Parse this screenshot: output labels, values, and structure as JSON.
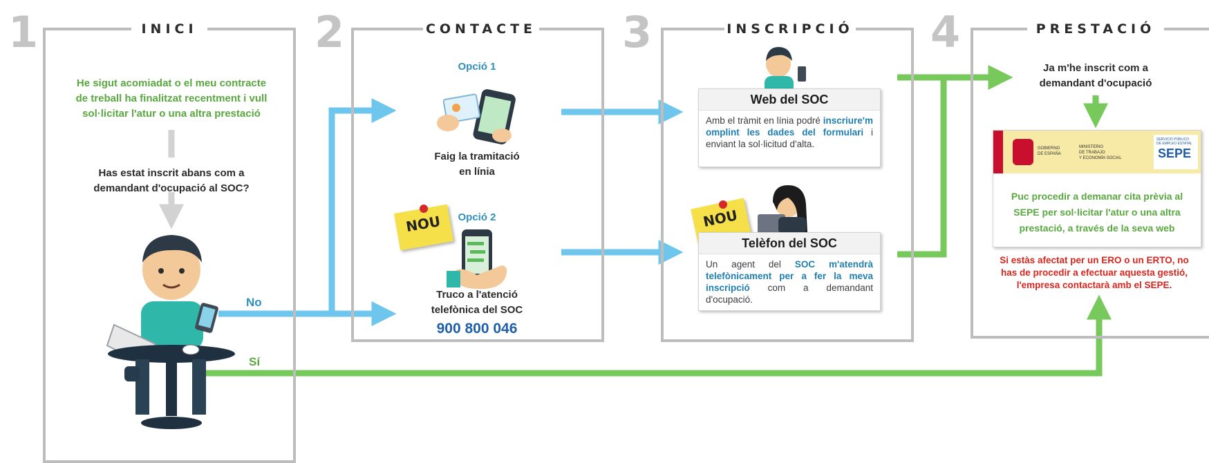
{
  "steps": [
    {
      "number": "1",
      "title": "INICI"
    },
    {
      "number": "2",
      "title": "CONTACTE"
    },
    {
      "number": "3",
      "title": "INSCRIPCIÓ"
    },
    {
      "number": "4",
      "title": "PRESTACIÓ"
    }
  ],
  "inici": {
    "statement": [
      "He sigut acomiadat o el meu contracte",
      "de treball ha finalitzat recentment i vull",
      "sol·licitar l'atur o una altra prestació"
    ],
    "question": [
      "Has estat inscrit abans com a",
      "demandant d'ocupació al SOC?"
    ],
    "no_label": "No",
    "si_label": "Sí"
  },
  "contacte": {
    "option1_label": "Opció 1",
    "option1_text": [
      "Faig la tramitació",
      "en línia"
    ],
    "option2_label": "Opció 2",
    "option2_text": [
      "Truco a l'atenció",
      "telefònica del SOC"
    ],
    "phone": "900 800 046",
    "new_badge": "NOU"
  },
  "inscripcio": {
    "web_title": "Web del SOC",
    "web_text_1": "Amb el tràmit en línia podré ",
    "web_text_bold": "inscriure'm omplint les dades del formulari",
    "web_text_2": " i enviant la sol·licitud d'alta.",
    "phone_title": "Telèfon del SOC",
    "phone_text_1": "Un agent del ",
    "phone_text_bold": "SOC m'atendrà telefònicament per a fer la meva inscripció",
    "phone_text_2": " com a demandant d'ocupació.",
    "new_badge": "NOU"
  },
  "prestacio": {
    "registered": [
      "Ja m'he inscrit com a",
      "demandant d'ocupació"
    ],
    "logo_gov": [
      "GOBIERNO",
      "DE ESPAÑA"
    ],
    "logo_ministry": [
      "MINISTERIO",
      "DE TRABAJO",
      "Y ECONOMÍA SOCIAL"
    ],
    "logo_sepe_small": [
      "SERVICIO PÚBLICO",
      "DE EMPLEO ESTATAL"
    ],
    "logo_sepe": "SEPE",
    "sepe_text": [
      "Puc procedir a demanar cita prèvia al",
      "SEPE per sol·licitar l'atur o una altra",
      "prestació, a través de la seva web"
    ],
    "warning": [
      "Si estàs afectat per un ERO o un ERTO, no",
      "has de procedir a efectuar aquesta gestió,",
      "l'empresa contactarà amb el SEPE."
    ]
  },
  "colors": {
    "blue_arrow": "#6ec6ec",
    "green_arrow": "#77c95b",
    "panel_border": "#bdbdbd",
    "step_number": "#c4c4c4",
    "green_text": "#58a83f",
    "red_text": "#d9251d",
    "phone_blue": "#1f5fa8"
  }
}
